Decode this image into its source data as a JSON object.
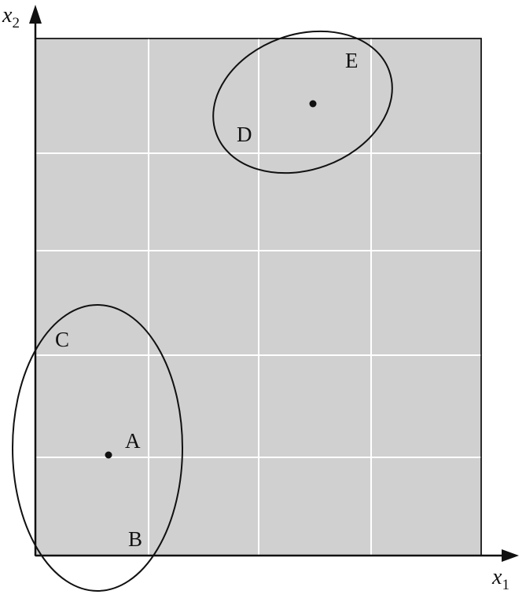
{
  "axes": {
    "x": {
      "symbol": "x",
      "subscript": "1"
    },
    "y": {
      "symbol": "x",
      "subscript": "2"
    }
  },
  "colors": {
    "region_fill": "#d0d0d0",
    "grid_line": "#ffffff",
    "ink": "#111111"
  },
  "points": [
    {
      "id": "lower-cluster-center"
    },
    {
      "id": "upper-cluster-center"
    }
  ],
  "labels": {
    "A": "A",
    "B": "B",
    "C": "C",
    "D": "D",
    "E": "E"
  }
}
